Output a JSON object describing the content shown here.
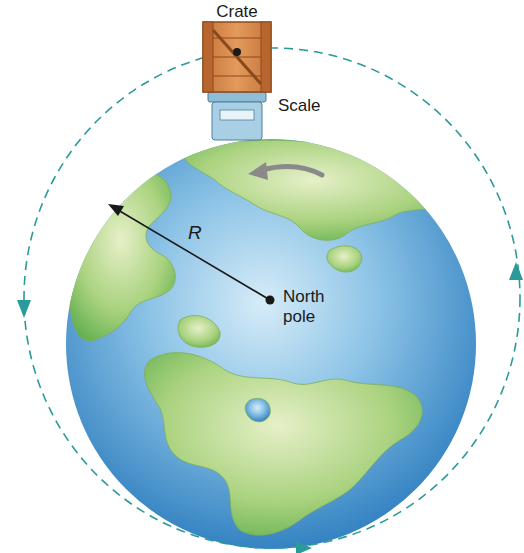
{
  "diagram": {
    "labels": [
      "Crate",
      "Scale",
      "R",
      "North pole"
    ]
  }
}
